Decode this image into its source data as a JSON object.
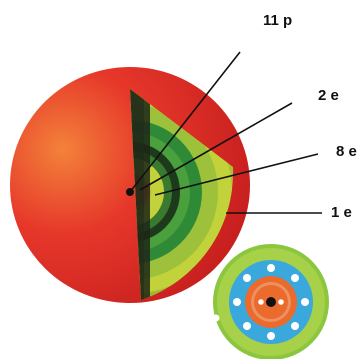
{
  "labels": {
    "protons": "11 p",
    "shell_1": "2 e",
    "shell_2": "8 e",
    "shell_3": "1 e"
  },
  "colors": {
    "outer_sphere": "#e52d24",
    "cut_face_yellow": "#c9d63a",
    "shell_band_green": "#2e8f3a",
    "dark_band": "#1c2a17",
    "nucleus_orange": "#e8683a",
    "inset_blue": "#3aa8dc",
    "inset_orange": "#ea6b2c",
    "inset_green": "#8cc63f",
    "electron_white": "#ffffff"
  },
  "inset": {
    "electron_count_shell_2": 8
  }
}
